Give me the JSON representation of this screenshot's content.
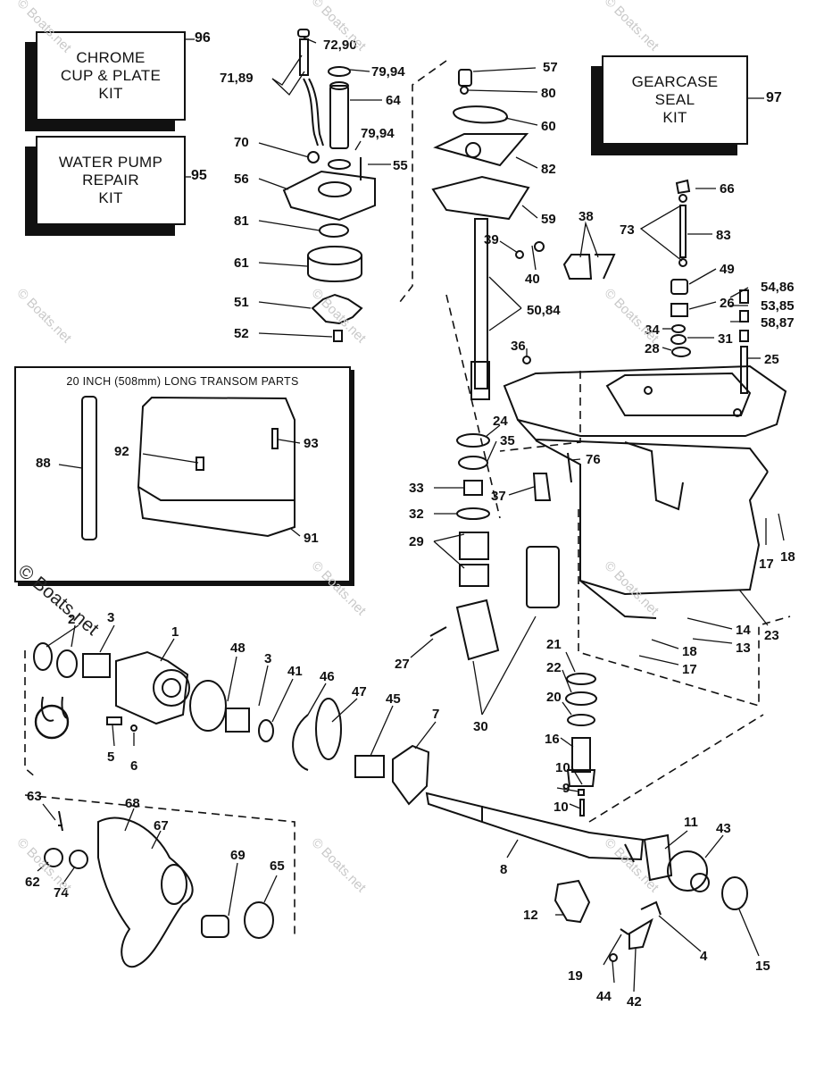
{
  "kits": {
    "chrome": {
      "label": "CHROME\nCUP & PLATE\nKIT",
      "number": "96"
    },
    "water_pump": {
      "label": "WATER PUMP\nREPAIR\nKIT",
      "number": "95"
    },
    "gearcase_seal": {
      "label": "GEARCASE\nSEAL\nKIT",
      "number": "97"
    }
  },
  "transom": {
    "title": "20 INCH (508mm) LONG TRANSOM PARTS"
  },
  "watermark": {
    "text": "© Boats.net",
    "large_text": "© Boats.net"
  },
  "callouts": {
    "c72_90": "72,90",
    "c71_89": "71,89",
    "c79_94a": "79,94",
    "c64": "64",
    "c79_94b": "79,94",
    "c70": "70",
    "c55": "55",
    "c56": "56",
    "c81": "81",
    "c61": "61",
    "c51": "51",
    "c52": "52",
    "c57": "57",
    "c80": "80",
    "c60": "60",
    "c82": "82",
    "c59": "59",
    "c39": "39",
    "c40": "40",
    "c38": "38",
    "c50_84": "50,84",
    "c36": "36",
    "c66": "66",
    "c73": "73",
    "c83": "83",
    "c49": "49",
    "c54_86": "54,86",
    "c26": "26",
    "c53_85": "53,85",
    "c34": "34",
    "c31": "31",
    "c58_87": "58,87",
    "c28": "28",
    "c25": "25",
    "c88": "88",
    "c92": "92",
    "c93": "93",
    "c91": "91",
    "c24": "24",
    "c35": "35",
    "c76": "76",
    "c33": "33",
    "c37": "37",
    "c32": "32",
    "c29": "29",
    "c17a": "17",
    "c18a": "18",
    "c14": "14",
    "c23": "23",
    "c18b": "18",
    "c13": "13",
    "c17b": "17",
    "c27": "27",
    "c21": "21",
    "c22": "22",
    "c20": "20",
    "c16": "16",
    "c30": "30",
    "c2": "2",
    "c3a": "3",
    "c1": "1",
    "c48": "48",
    "c3b": "3",
    "c41": "41",
    "c46": "46",
    "c47": "47",
    "c45": "45",
    "c7": "7",
    "c5": "5",
    "c6": "6",
    "c10a": "10",
    "c9": "9",
    "c10b": "10",
    "c63": "63",
    "c68": "68",
    "c67": "67",
    "c69": "69",
    "c65": "65",
    "c62": "62",
    "c74": "74",
    "c8": "8",
    "c11": "11",
    "c43": "43",
    "c12": "12",
    "c4": "4",
    "c15": "15",
    "c19": "19",
    "c44": "44",
    "c42": "42"
  }
}
